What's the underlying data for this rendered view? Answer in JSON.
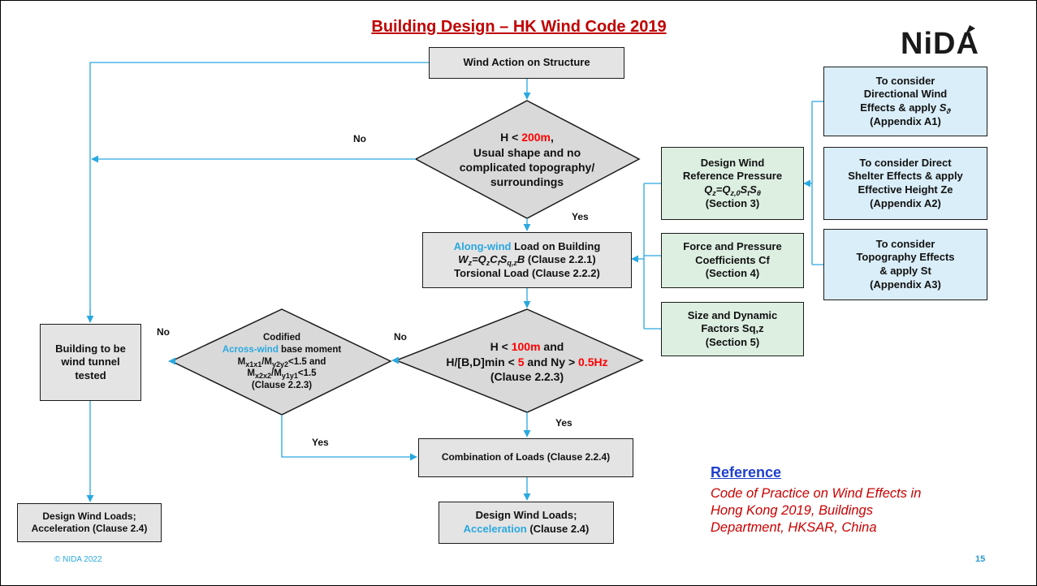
{
  "title": "Building Design – HK Wind Code 2019",
  "logo": "NiDA",
  "boxes": {
    "wind_action": "Wind Action on Structure",
    "along_wind": {
      "highlight": "Along-wind",
      "l1_rest": " Load on Building",
      "l2_eq": "W",
      "l2_clause": " (Clause 2.2.1)",
      "l3": "Torsional Load (Clause 2.2.2)"
    },
    "tunnel": [
      "Building to be",
      "wind tunnel",
      "tested"
    ],
    "combination": "Combination of Loads (Clause 2.2.4)",
    "design_left": [
      "Design Wind Loads;",
      "Acceleration (Clause 2.4)"
    ],
    "design_mid": {
      "l1": "Design Wind Loads;",
      "highlight": "Acceleration",
      "clause": " (Clause 2.4)"
    },
    "ref_pressure": {
      "l1": "Design Wind",
      "l2": "Reference Pressure",
      "section": "(Section 3)"
    },
    "force_coeff": [
      "Force and Pressure",
      "Coefficients Cf",
      "(Section 4)"
    ],
    "size_dynamic": [
      "Size and Dynamic",
      "Factors Sq,z",
      "(Section 5)"
    ],
    "directional": {
      "l1": "To consider",
      "l2": "Directional Wind",
      "l3": "Effects & apply ",
      "appendix": "(Appendix A1)"
    },
    "shelter": [
      "To consider Direct",
      "Shelter Effects & apply",
      "Effective Height Ze",
      "(Appendix A2)"
    ],
    "topography": [
      "To consider",
      "Topography Effects",
      "& apply St",
      "(Appendix A3)"
    ]
  },
  "decisions": {
    "height_check": {
      "pre": "H < ",
      "value": "200m",
      "post": ",",
      "l2": "Usual shape and no",
      "l3": "complicated topography/",
      "l4": "surroundings"
    },
    "dynamic_check": {
      "pre": "H < ",
      "value": "100m",
      "post": " and",
      "l2_pre": "H/[B,D]min < ",
      "l2_val1": "5",
      "l2_mid": " and Ny > ",
      "l2_val2": "0.5Hz",
      "l3": "(Clause 2.2.3)"
    },
    "across_wind": {
      "l1": "Codified",
      "highlight": "Across-wind",
      "l2_rest": " base moment",
      "l5": "(Clause 2.2.3)"
    }
  },
  "labels": {
    "no_top": "No",
    "yes_1": "Yes",
    "no_tunnel": "No",
    "no_mid": "No",
    "yes_2": "Yes",
    "yes_3": "Yes"
  },
  "reference": {
    "heading": "Reference",
    "text": "Code of Practice on Wind Effects in Hong Kong 2019, Buildings Department, HKSAR, China"
  },
  "footer": {
    "copyright": "© NIDA 2022",
    "page": "15"
  },
  "colors": {
    "title": "#c00000",
    "arrow": "#2aa8e0",
    "highlight_red": "#ff0000",
    "highlight_cyan": "#2aa8e0",
    "grey_box": "#e4e4e4",
    "green_box": "#dcefe1",
    "blue_box": "#d9eef9",
    "reference_heading": "#1f3fcf",
    "reference_text": "#cc0000"
  }
}
